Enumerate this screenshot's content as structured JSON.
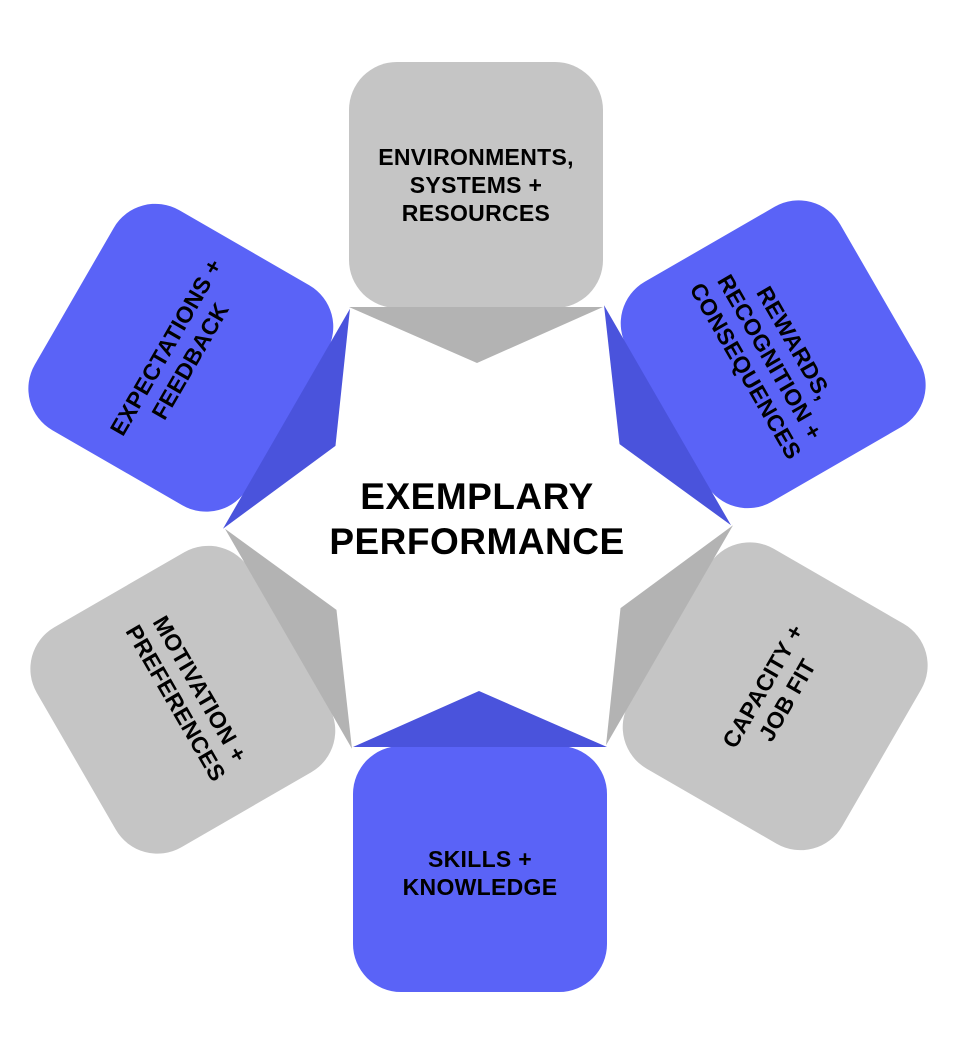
{
  "center": {
    "lines": [
      "EXEMPLARY",
      "PERFORMANCE"
    ]
  },
  "segments": [
    {
      "id": "environments-systems-resources",
      "color_role": "gray",
      "lines": [
        "ENVIRONMENTS,",
        "SYSTEMS +",
        "RESOURCES"
      ]
    },
    {
      "id": "rewards-recognition-consequences",
      "color_role": "blue",
      "lines": [
        "REWARDS,",
        "RECOGNITION +",
        "CONSEQUENCES"
      ]
    },
    {
      "id": "capacity-job-fit",
      "color_role": "gray",
      "lines": [
        "CAPACITY +",
        "JOB FIT"
      ]
    },
    {
      "id": "skills-knowledge",
      "color_role": "blue",
      "lines": [
        "SKILLS +",
        "KNOWLEDGE"
      ]
    },
    {
      "id": "motivation-preferences",
      "color_role": "gray",
      "lines": [
        "MOTIVATION +",
        "PREFERENCES"
      ]
    },
    {
      "id": "expectations-feedback",
      "color_role": "blue",
      "lines": [
        "EXPECTATIONS +",
        "FEEDBACK"
      ]
    }
  ],
  "colors": {
    "blue": "#5A63F7",
    "blue_dark": "#4A53DC",
    "gray": "#C5C5C5",
    "gray_dark": "#B3B3B3",
    "text": "#000000",
    "background": "#FFFFFF"
  }
}
